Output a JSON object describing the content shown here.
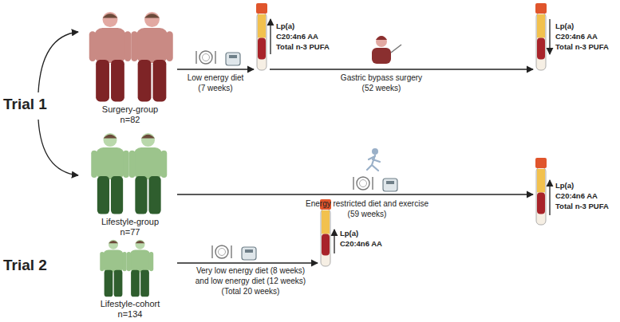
{
  "diagram": {
    "labels": [
      "Trial 1",
      "Surgery-group",
      "n=82",
      "Low energy diet",
      "(7 weeks)",
      "Lp(a)",
      "C20:4n6 AA",
      "Total n-3 PUFA",
      "Gastric bypass surgery",
      "(52 weeks)",
      "Lp(a)",
      "C20:4n6 AA",
      "Total n-3 PUFA",
      "Lifestyle-group",
      "n=77",
      "Energy restricted diet and exercise",
      "(59 weeks)",
      "Lp(a)",
      "C20:4n6 AA",
      "Total n-3 PUFA",
      "Trial 2",
      "Lifestyle-cohort",
      "n=134",
      "Very low energy diet (8 weeks)",
      "and low energy diet (12 weeks)",
      "(Total 20 weeks)",
      "Lp(a)",
      "C20:4n6 AA"
    ]
  }
}
